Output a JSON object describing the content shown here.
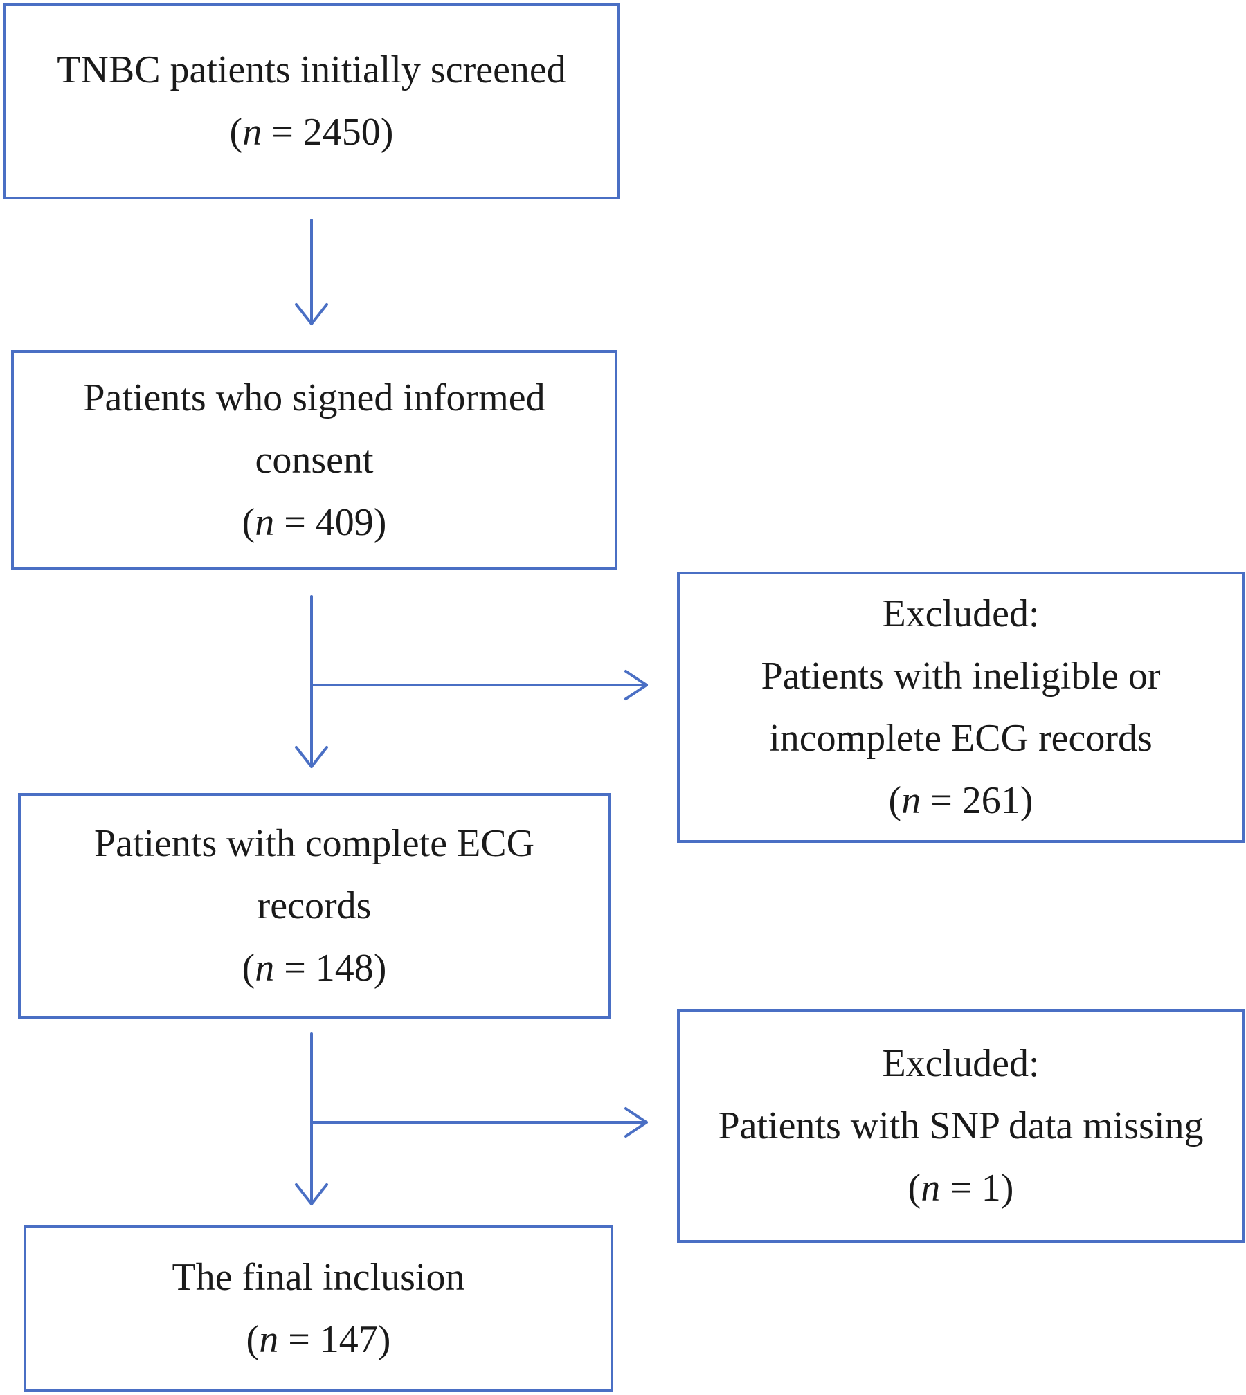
{
  "boxes": {
    "screened": {
      "lines": [
        "TNBC patients initially screened"
      ],
      "n_prefix": "(",
      "n_var": "n",
      "n_rest": " = 2450)"
    },
    "consent": {
      "lines": [
        "Patients who signed informed",
        "consent"
      ],
      "n_prefix": "(",
      "n_var": "n",
      "n_rest": " = 409)"
    },
    "excluded_ecg": {
      "lines": [
        "Excluded:",
        "Patients with ineligible or",
        "incomplete ECG records"
      ],
      "n_prefix": "(",
      "n_var": "n",
      "n_rest": " = 261)"
    },
    "complete_ecg": {
      "lines": [
        "Patients with complete ECG",
        "records"
      ],
      "n_prefix": "(",
      "n_var": "n",
      "n_rest": " = 148)"
    },
    "excluded_snp": {
      "lines": [
        "Excluded:",
        "Patients with SNP data missing"
      ],
      "n_prefix": "(",
      "n_var": "n",
      "n_rest": " = 1)"
    },
    "final": {
      "lines": [
        "The final inclusion"
      ],
      "n_prefix": "(",
      "n_var": "n",
      "n_rest": " = 147)"
    }
  },
  "colors": {
    "border": "#4a6fc4",
    "arrow": "#4a6fc4",
    "text": "#1a1a1a"
  }
}
